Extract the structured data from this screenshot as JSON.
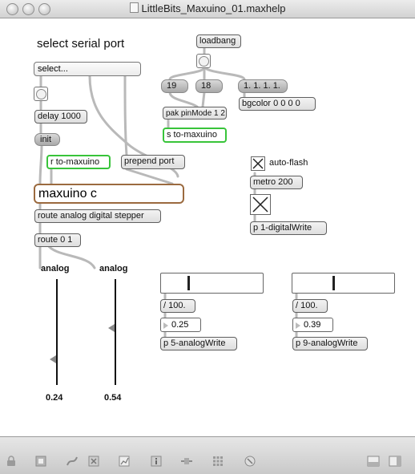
{
  "window": {
    "title": "LittleBits_Maxuino_01.maxhelp"
  },
  "patch": {
    "select_serial_label": "select serial port",
    "serial_menu_value": "select...",
    "delay": "delay 1000",
    "init": "init",
    "r_to_maxuino": "r to-maxuino",
    "prepend_port": "prepend port",
    "maxuino": "maxuino c",
    "route_analog": "route analog digital stepper",
    "route_01": "route 0 1",
    "loadbang": "loadbang",
    "msg_19": "19",
    "msg_18": "18",
    "msg_color": "1. 1. 1. 1.",
    "bgcolor": "bgcolor 0 0 0 0",
    "pak": "pak pinMode 1 2",
    "s_to_maxuino": "s to-maxuino",
    "autoflash_label": "auto-flash",
    "metro": "metro 200",
    "p_digital": "p 1-digitalWrite",
    "analog_label_1": "analog",
    "analog_label_2": "analog",
    "analog_value_1": "0.24",
    "analog_value_2": "0.54",
    "analog_level_1": 0.24,
    "analog_level_2": 0.54,
    "div_1": "/ 100.",
    "num_1": "0.25",
    "p_analog_5": "p 5-analogWrite",
    "div_2": "/ 100.",
    "num_2": "0.39",
    "p_analog_9": "p 9-analogWrite",
    "slider_1_level": 0.25,
    "slider_2_level": 0.39
  },
  "toolbar": {
    "icons": [
      "lock-icon",
      "presentation-icon",
      "patch-cords-icon",
      "clear-icon",
      "chart-icon",
      "info-icon",
      "connect-icon",
      "grid-icon",
      "debug-icon",
      "sidebar-left-icon",
      "sidebar-right-icon"
    ]
  }
}
